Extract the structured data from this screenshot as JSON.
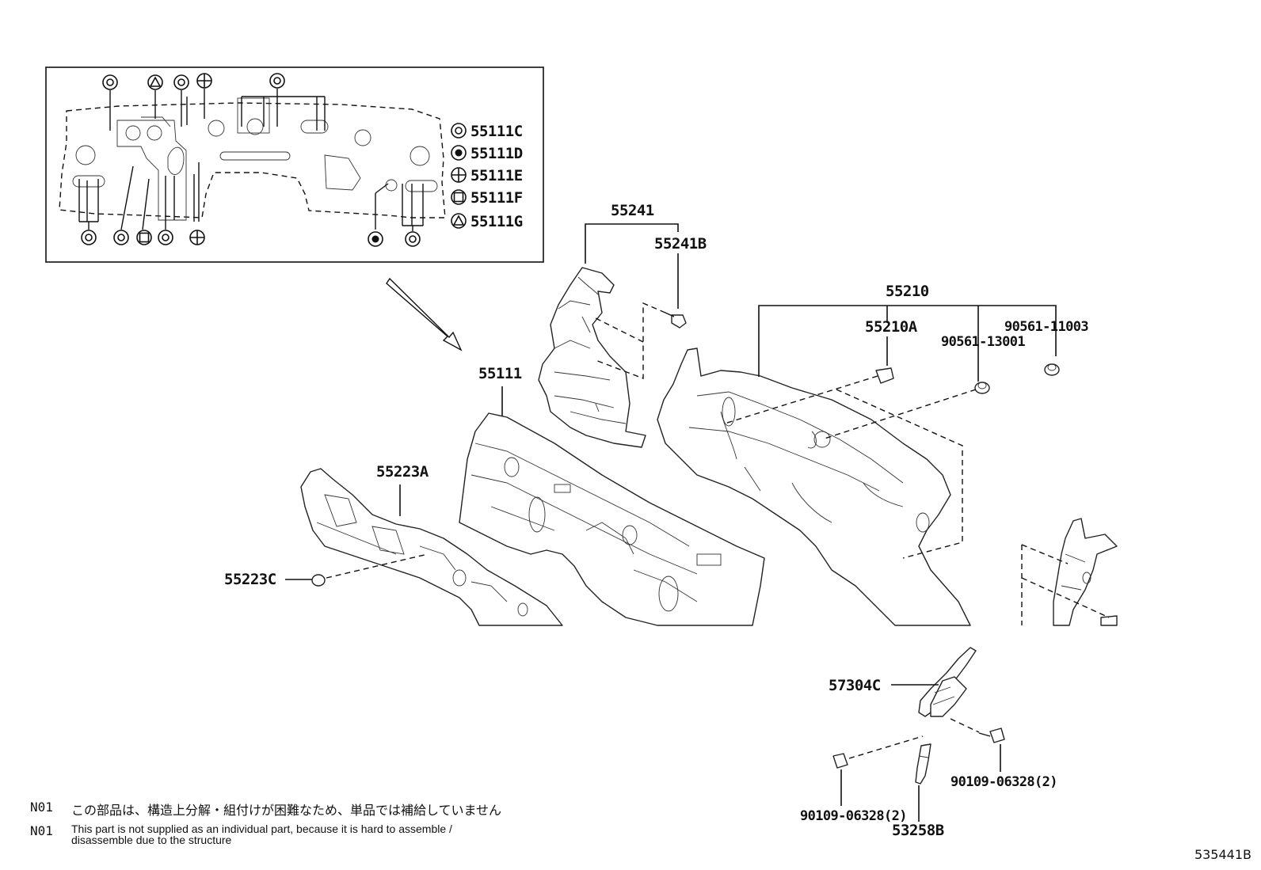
{
  "callouts": {
    "p55241": "55241",
    "p55241B": "55241B",
    "p55210": "55210",
    "p55210A": "55210A",
    "p90561_11003": "90561-11003",
    "p90561_13001": "90561-13001",
    "p55111": "55111",
    "p55223A": "55223A",
    "p55223C": "55223C",
    "p57304C": "57304C",
    "p90109_right": "90109-06328(2)",
    "p90109_left": "90109-06328(2)",
    "p53258B": "53258B"
  },
  "legend": [
    {
      "symbol": "double-circle",
      "code": "55111C"
    },
    {
      "symbol": "filled-dot-circle",
      "code": "55111D"
    },
    {
      "symbol": "cross-circle",
      "code": "55111E"
    },
    {
      "symbol": "square-circle",
      "code": "55111F"
    },
    {
      "symbol": "triangle-circle",
      "code": "55111G"
    }
  ],
  "notes": [
    {
      "code": "N01",
      "text": "この部品は、構造上分解・組付けが困難なため、単品では補給していません"
    },
    {
      "code": "N01",
      "text_line1": "This part is not supplied as an individual part, because it is hard to assemble /",
      "text_line2": "disassemble due to the structure"
    }
  ],
  "figure_number": "535441B"
}
